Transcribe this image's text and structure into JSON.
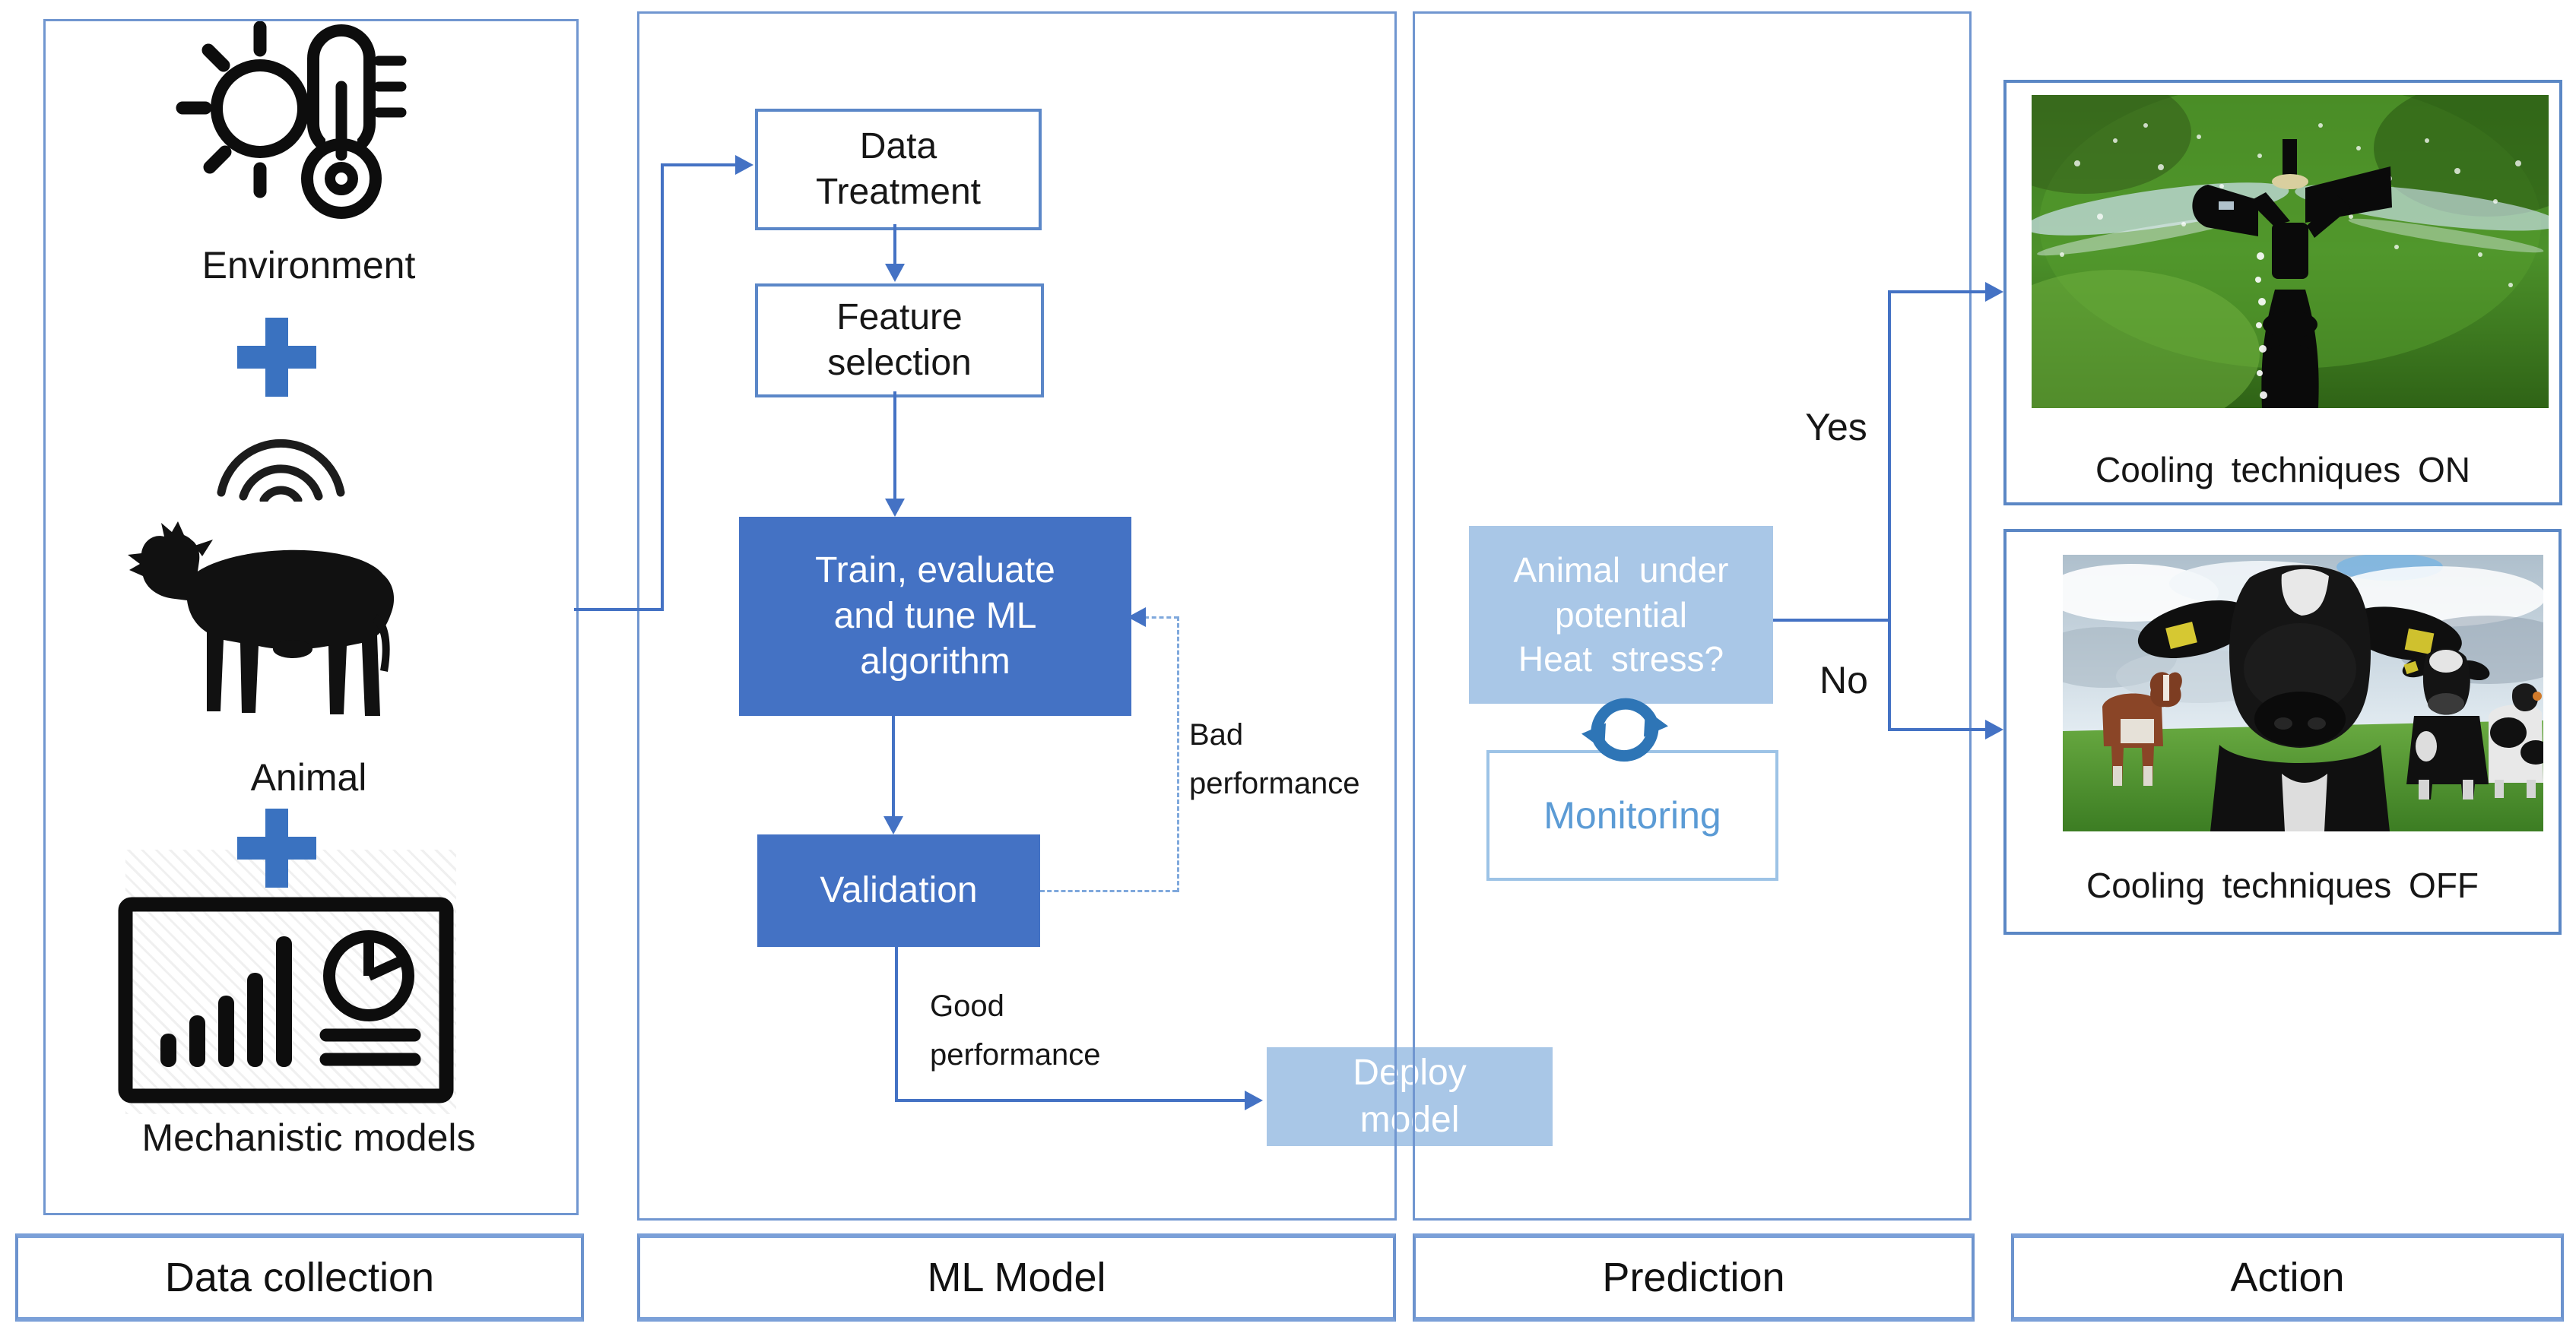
{
  "columns": {
    "data_collection_label": "Data collection",
    "ml_model_label": "ML Model",
    "prediction_label": "Prediction",
    "action_label": "Action"
  },
  "collection": {
    "environment": "Environment",
    "animal": "Animal",
    "mechanistic": "Mechanistic models"
  },
  "ml": {
    "data_treatment": "Data\nTreatment",
    "feature_selection": "Feature\nselection",
    "train": "Train, evaluate\nand tune ML\nalgorithm",
    "validation": "Validation",
    "deploy": "Deploy\nmodel",
    "bad_performance": "Bad\nperformance",
    "good_performance": "Good\nperformance"
  },
  "prediction": {
    "question": "Animal under\npotential\nHeat stress?",
    "monitoring": "Monitoring",
    "yes": "Yes",
    "no": "No"
  },
  "action": {
    "caption_on": "Cooling techniques ON",
    "caption_off": "Cooling techniques OFF"
  },
  "icons": {
    "environment_icon": "sun-thermometer-icon",
    "animal_icon": "cow-wifi-icon",
    "mechanistic_icon": "dashboard-chart-icon",
    "cycle_icon": "refresh-cycle-icon",
    "plus_icon": "plus-icon"
  },
  "colors": {
    "accent_dark": "#4472C4",
    "accent_light": "#A9C7E7",
    "panel_border": "#7096D0",
    "monitoring_text": "#5B9BD5",
    "dashed_line": "#7FA8DC",
    "cycle_blue": "#2E75B6",
    "plus_blue": "#3A72C0"
  }
}
